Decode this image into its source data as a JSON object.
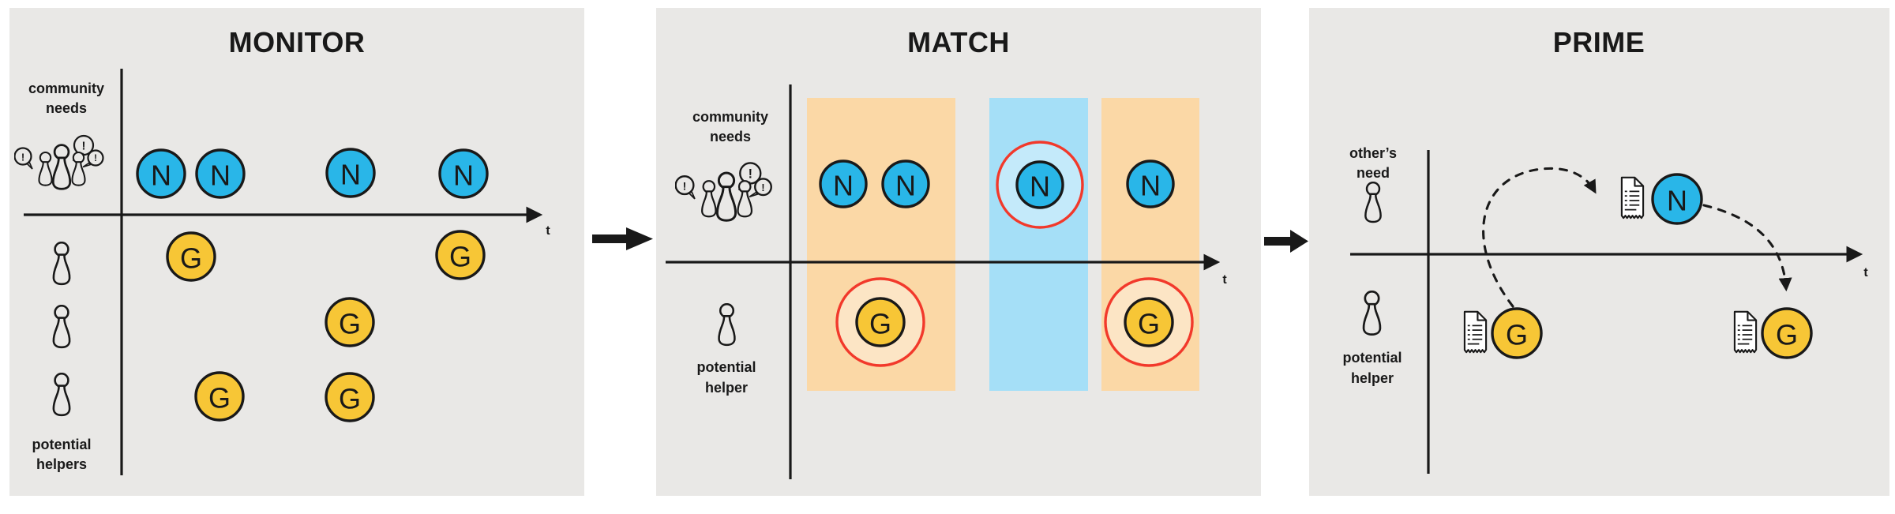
{
  "figure_type": "process-diagram",
  "steps_order": [
    "MONITOR",
    "MATCH",
    "PRIME"
  ],
  "colors": {
    "panel_background": "#e9e8e6",
    "need_fill": "#29b6e8",
    "offer_fill": "#f7c636",
    "match_band_orange": "#fbd8a6",
    "match_band_blue": "#a5dff7",
    "match_ring_red": "#f2392b",
    "ink": "#191919"
  },
  "icons": {
    "exclamation": "!",
    "names_used": [
      "community-group-icon",
      "person-pawn-icon",
      "speech-bubble-icon",
      "document-icon",
      "flow-arrow-icon"
    ]
  },
  "monitor": {
    "title": "MONITOR",
    "t_axis_label": "t",
    "upper_axis_label": [
      "community",
      "needs"
    ],
    "lower_axis_label": [
      "potential",
      "helpers"
    ],
    "needs": [
      {
        "symbol": "N"
      },
      {
        "symbol": "N"
      },
      {
        "symbol": "N"
      },
      {
        "symbol": "N"
      }
    ],
    "offers": [
      {
        "symbol": "G",
        "helper_row": 1
      },
      {
        "symbol": "G",
        "helper_row": 1
      },
      {
        "symbol": "G",
        "helper_row": 2
      },
      {
        "symbol": "G",
        "helper_row": 3
      },
      {
        "symbol": "G",
        "helper_row": 3
      }
    ]
  },
  "match": {
    "title": "MATCH",
    "t_axis_label": "t",
    "upper_axis_label": [
      "community",
      "needs"
    ],
    "lower_axis_label": [
      "potential",
      "helper"
    ],
    "needs": [
      {
        "symbol": "N",
        "matched": false
      },
      {
        "symbol": "N",
        "matched": false
      },
      {
        "symbol": "N",
        "matched": true
      },
      {
        "symbol": "N",
        "matched": false
      }
    ],
    "offers": [
      {
        "symbol": "G",
        "matched": true
      },
      {
        "symbol": "G",
        "matched": true
      }
    ],
    "highlight_bands": [
      {
        "color_name": "orange"
      },
      {
        "color_name": "blue"
      },
      {
        "color_name": "orange"
      }
    ]
  },
  "prime": {
    "title": "PRIME",
    "t_axis_label": "t",
    "upper_axis_label": [
      "other’s",
      "need"
    ],
    "lower_axis_label": [
      "potential",
      "helper"
    ],
    "events": [
      {
        "symbol": "G",
        "has_document": true
      },
      {
        "symbol": "N",
        "has_document": true
      },
      {
        "symbol": "G",
        "has_document": true
      }
    ]
  }
}
